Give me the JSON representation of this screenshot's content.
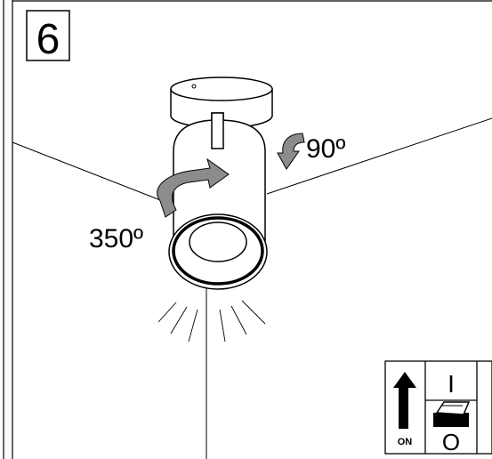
{
  "step": {
    "number": "6"
  },
  "rotation": {
    "horizontal_label": "350º",
    "vertical_label": "90º"
  },
  "switch_panel": {
    "on_label": "ON",
    "on_symbol": "I",
    "off_symbol": "O"
  },
  "colors": {
    "line": "#000000",
    "arrow_fill": "#8c8c8c",
    "background": "#ffffff"
  }
}
